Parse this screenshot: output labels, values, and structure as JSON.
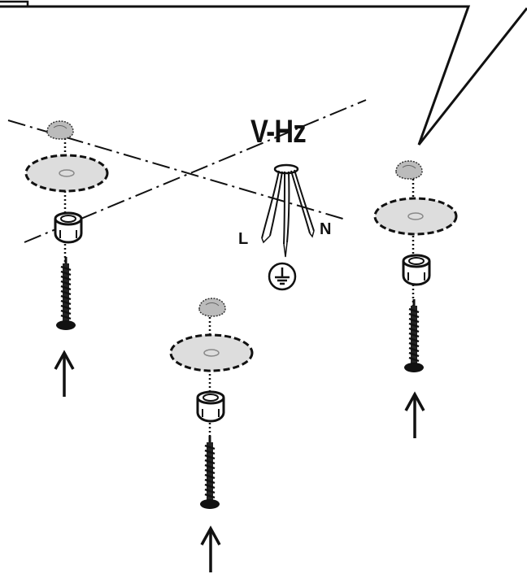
{
  "labels": {
    "voltage": "V-Hz",
    "live": "L",
    "neutral": "N"
  },
  "icons": {
    "ground": "ground-symbol-icon",
    "arrow": "up-arrow-icon",
    "screw": "screw-icon",
    "washer": "washer-icon",
    "spacer": "spacer-bushing-icon",
    "cap": "cap-nut-icon"
  },
  "colors": {
    "line": "#111111",
    "washer_fill": "#dddddd",
    "cap_fill": "#bbbbbb",
    "background": "#ffffff"
  }
}
